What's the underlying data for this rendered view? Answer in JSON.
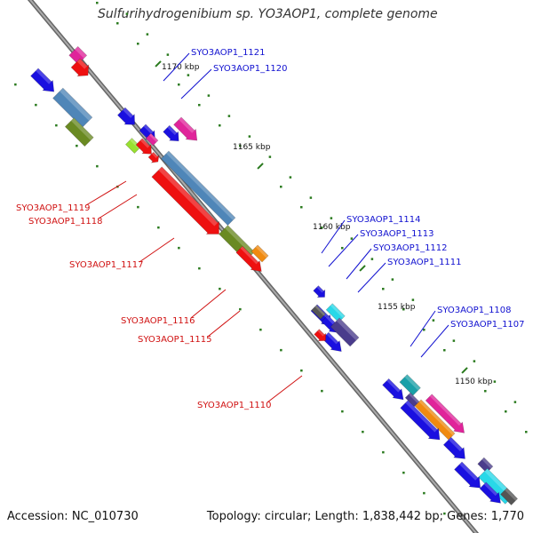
{
  "title": "Sulfurihydrogenibium sp. YO3AOP1, complete genome",
  "footer": {
    "accession": "Accession: NC_010730",
    "topology": "Topology: circular; Length: 1,838,442 bp; Genes: 1,770"
  },
  "colors": {
    "backbone": "#8a8a8a",
    "ticks": "#2a7a1e",
    "top_labels": "#1010d0",
    "bottom_labels": "#d01010",
    "blue_gene": "#1a10e0",
    "steelblue_gene": "#4f86b8",
    "red_gene": "#ee1010",
    "olive_gene": "#6a8a22",
    "pink_gene": "#e0249a",
    "orange_gene": "#f08a10",
    "cyan_gene": "#28d8e8",
    "purple_gene": "#4a3c8c",
    "teal_gene": "#1aa0a8",
    "lime_gene": "#98e030",
    "gray_gene": "#555555"
  },
  "scale": {
    "labels": [
      "1170 kbp",
      "1165 kbp",
      "1160 kbp",
      "1155 kbp",
      "1150 kbp"
    ]
  },
  "genes": {
    "top": [
      "SYO3AOP1_1121",
      "SYO3AOP1_1120",
      "SYO3AOP1_1114",
      "SYO3AOP1_1113",
      "SYO3AOP1_1112",
      "SYO3AOP1_1111",
      "SYO3AOP1_1108",
      "SYO3AOP1_1107"
    ],
    "bottom": [
      "SYO3AOP1_1119",
      "SYO3AOP1_1118",
      "SYO3AOP1_1117",
      "SYO3AOP1_1116",
      "SYO3AOP1_1115",
      "SYO3AOP1_1110"
    ]
  }
}
